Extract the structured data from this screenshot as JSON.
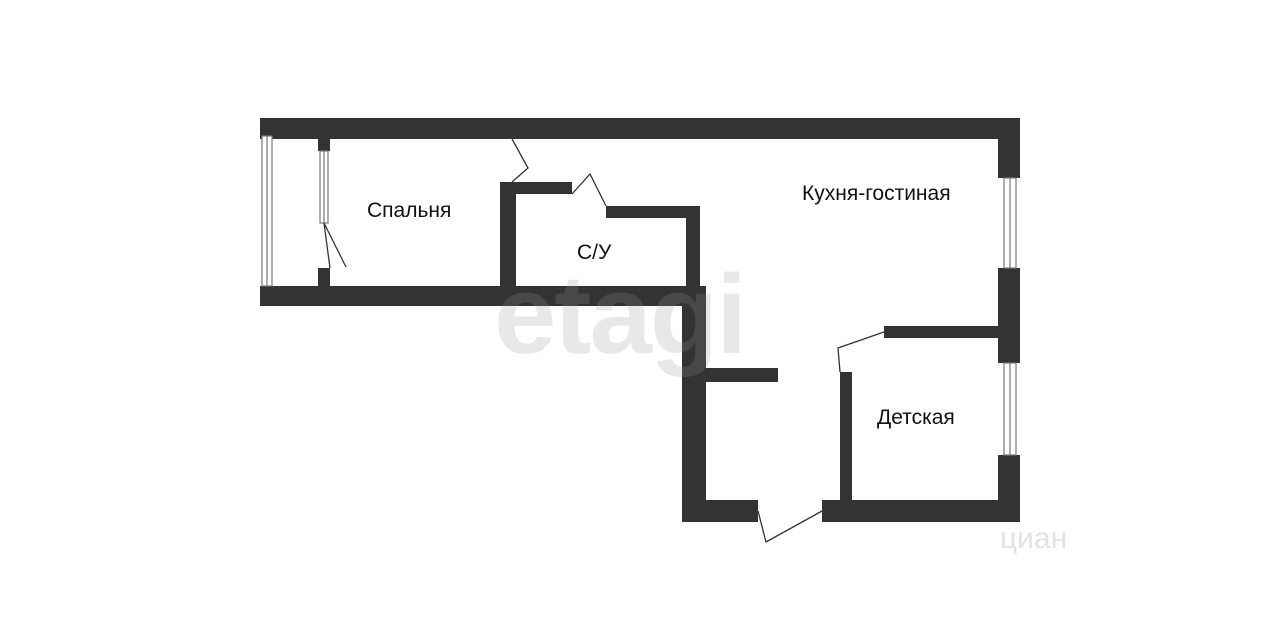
{
  "rooms": {
    "bedroom": "Спальня",
    "bathroom": "С/У",
    "kitchen_living": "Кухня-гостиная",
    "kids_room": "Детская"
  },
  "watermarks": {
    "etagi": "etagi",
    "cian": "циан"
  },
  "colors": {
    "wall": "#333333",
    "background": "#ffffff",
    "window": "#cfcfcf"
  }
}
